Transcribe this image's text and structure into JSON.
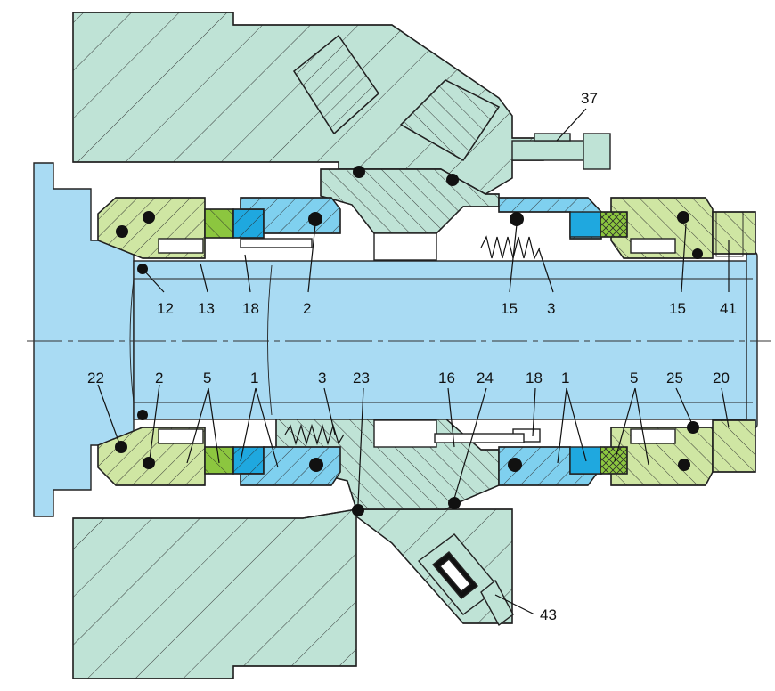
{
  "colors": {
    "housing": "#bfe3d6",
    "shaft": "#a9dbf3",
    "green_parts": "#cfe6a3",
    "blue_parts": "#7fd0ef",
    "face_blue": "#1fa8df",
    "face_green": "#8cc63f",
    "outline": "#222222",
    "oring": "#111111"
  },
  "labels": {
    "l37": "37",
    "l12": "12",
    "l13": "13",
    "l18a": "18",
    "l2a": "2",
    "l15a": "15",
    "l3a": "3",
    "l15b": "15",
    "l41": "41",
    "l22": "22",
    "l2b": "2",
    "l5a": "5",
    "l1a": "1",
    "l3b": "3",
    "l23": "23",
    "l16": "16",
    "l24": "24",
    "l18b": "18",
    "l1b": "1",
    "l5b": "5",
    "l25": "25",
    "l20": "20",
    "l43": "43"
  }
}
